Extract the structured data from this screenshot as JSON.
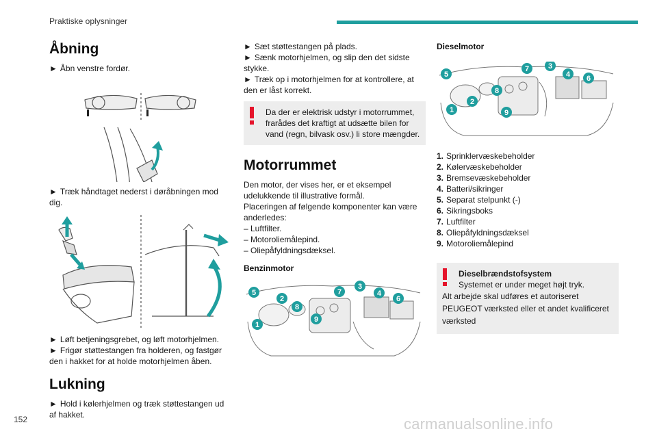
{
  "header": {
    "section": "Praktiske oplysninger"
  },
  "page_number": "152",
  "watermark": "carmanualsonline.info",
  "col1": {
    "title_open": "Åbning",
    "step1": "Åbn venstre fordør.",
    "step2": "Træk håndtaget nederst i døråbningen mod dig.",
    "step3": "Løft betjeningsgrebet, og løft motorhjelmen.",
    "step4": "Frigør støttestangen fra holderen, og fastgør den i hakket for at holde motorhjelmen åben.",
    "title_close": "Lukning",
    "step5": "Hold i kølerhjelmen og træk støttestangen ud af hakket."
  },
  "col2": {
    "step6": "Sæt støttestangen på plads.",
    "step7": "Sænk motorhjelmen, og slip den det sidste stykke.",
    "step8": "Træk op i motorhjelmen for at kontrollere, at den er låst korrekt.",
    "warning": "Da der er elektrisk udstyr i motorrummet, frarådes det kraftigt at udsætte bilen for vand (regn, bilvask osv.) li store mængder.",
    "title_engine": "Motorrummet",
    "intro": "Den motor, der vises her, er et eksempel udelukkende til illustrative formål.",
    "variants_intro": "Placeringen af følgende komponenter kan være anderledes:",
    "variants": [
      "– Luftfilter.",
      "– Motoroliemålepind.",
      "– Oliepåfyldningsdæksel."
    ],
    "subtitle_petrol": "Benzinmotor"
  },
  "col3": {
    "subtitle_diesel": "Dieselmotor",
    "components": [
      {
        "num": "1.",
        "label": "Sprinklervæskebeholder"
      },
      {
        "num": "2.",
        "label": "Kølervæskebeholder"
      },
      {
        "num": "3.",
        "label": "Bremsevæskebeholder"
      },
      {
        "num": "4.",
        "label": "Batteri/sikringer"
      },
      {
        "num": "5.",
        "label": "Separat stelpunkt (-)"
      },
      {
        "num": "6.",
        "label": "Sikringsboks"
      },
      {
        "num": "7.",
        "label": "Luftfilter"
      },
      {
        "num": "8.",
        "label": "Oliepåfyldningsdæksel"
      },
      {
        "num": "9.",
        "label": "Motoroliemålepind"
      }
    ],
    "warn_title": "Dieselbrændstofsystem",
    "warn_line": "Systemet er under meget højt tryk.",
    "warn_body": "Alt arbejde skal udføres et autoriseret PEUGEOT værksted eller et andet kvalificeret værksted"
  },
  "callouts": {
    "petrol": [
      "5",
      "2",
      "1",
      "8",
      "9",
      "7",
      "3",
      "4",
      "6"
    ],
    "diesel": [
      "5",
      "7",
      "3",
      "4",
      "6",
      "8",
      "2",
      "1",
      "9"
    ]
  },
  "symbols": {
    "arrow": "►"
  },
  "colors": {
    "accent": "#1f9e9e",
    "warning": "#e5142b",
    "box": "#ededed"
  }
}
